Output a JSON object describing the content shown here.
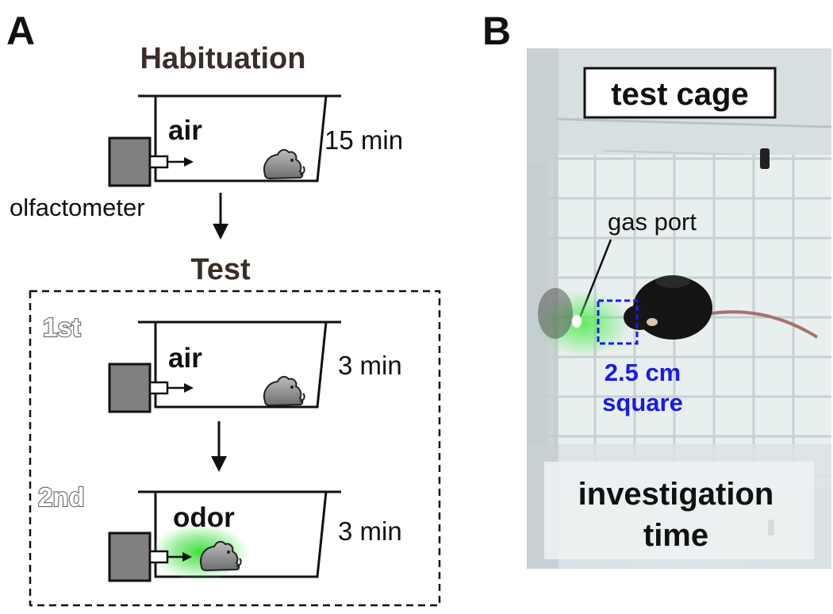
{
  "panel_a": {
    "letter": "A",
    "habituation": {
      "title": "Habituation",
      "stimulus": "air",
      "duration": "15 min",
      "device_label": "olfactometer"
    },
    "test": {
      "title": "Test",
      "trial_1": {
        "order": "1st",
        "stimulus": "air",
        "duration": "3 min"
      },
      "trial_2": {
        "order": "2nd",
        "stimulus": "odor",
        "duration": "3 min"
      }
    }
  },
  "panel_b": {
    "letter": "B",
    "cage_label": "test cage",
    "port_label": "gas port",
    "square_label_line1": "2.5 cm",
    "square_label_line2": "square",
    "measure_line1": "investigation",
    "measure_line2": "time"
  },
  "colors": {
    "odor_glow": "#33dd33",
    "square_outline": "#1a1ae8",
    "device_fill": "#808080"
  }
}
